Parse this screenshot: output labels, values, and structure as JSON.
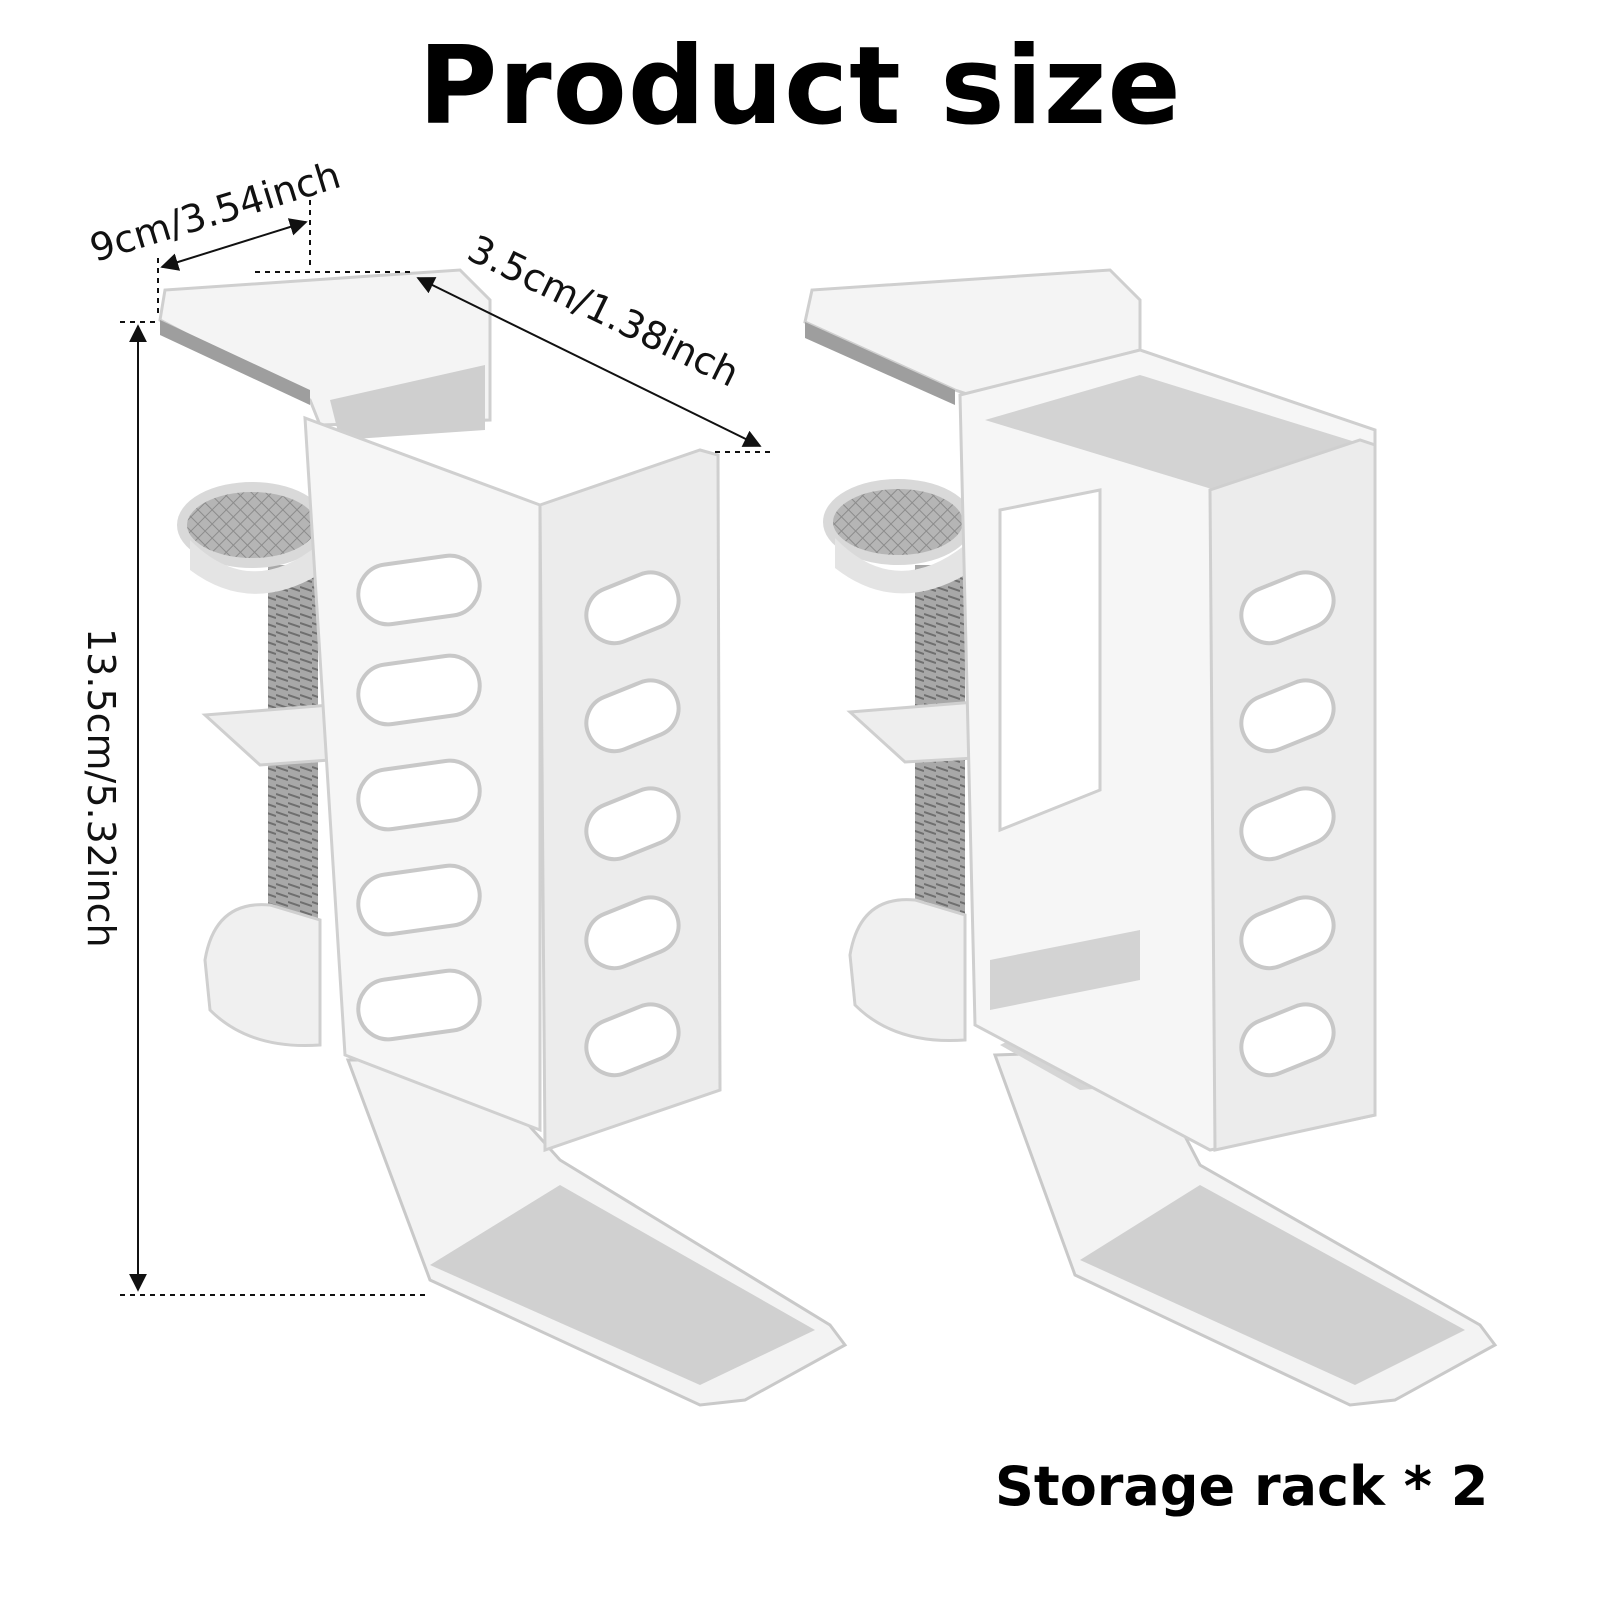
{
  "title": "Product size",
  "caption": "Storage rack * 2",
  "dimensions": {
    "width": "9cm/3.54inch",
    "depth": "3.5cm/1.38inch",
    "height": "13.5cm/5.32inch"
  },
  "colors": {
    "product": "#f4f4f4",
    "shadow": "#c8c8c8",
    "screw": "#9a9a9a",
    "text": "#000000"
  }
}
